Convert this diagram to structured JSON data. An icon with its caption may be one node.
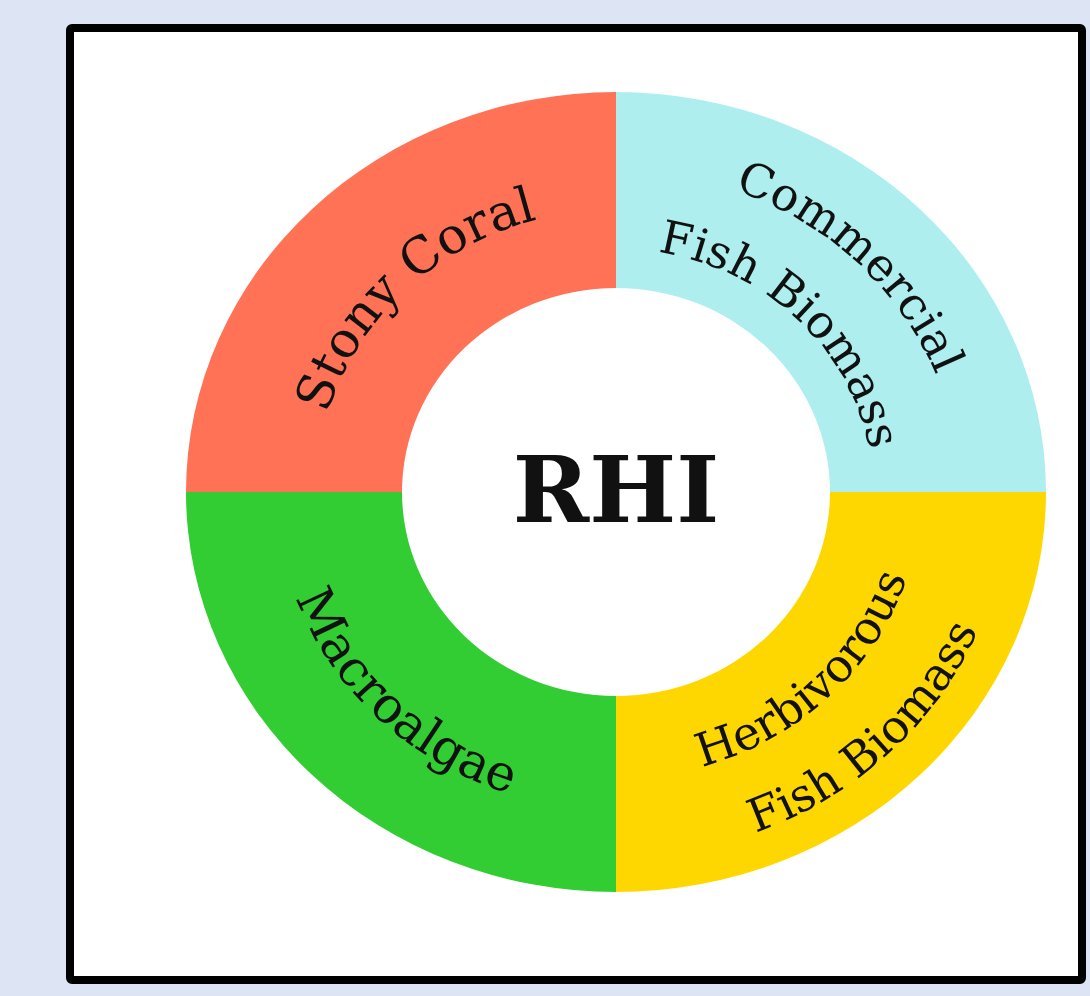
{
  "diagram": {
    "nodes": [
      {
        "text": [
          "Stony Coral"
        ]
      },
      {
        "text": [
          "Commercial Fish Biomass"
        ]
      },
      {
        "text": [
          "RHI"
        ]
      },
      {
        "text": [
          "Macroalgae"
        ]
      },
      {
        "text": [
          "Herbivorous Fish Biomass"
        ]
      }
    ]
  }
}
